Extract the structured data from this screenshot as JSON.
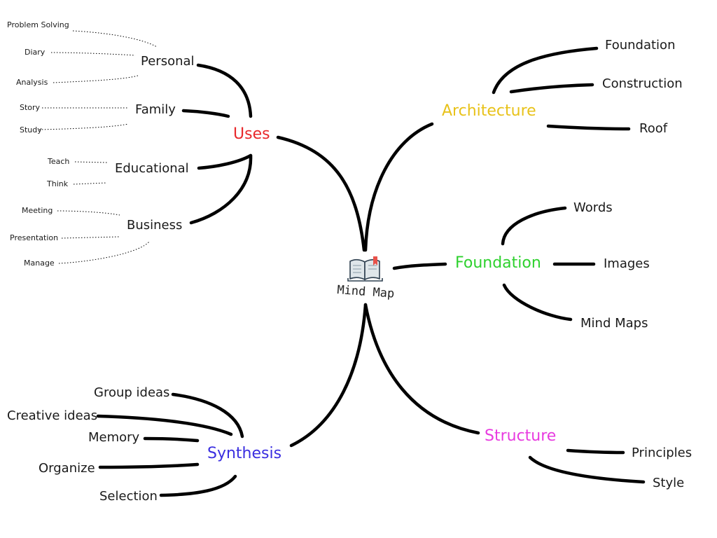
{
  "center": {
    "label": "Mind Map",
    "icon": "open-book-icon"
  },
  "branches": {
    "uses": {
      "label": "Uses",
      "color": "#e8282b",
      "children": {
        "personal": {
          "label": "Personal",
          "leaves": [
            "Problem Solving",
            "Diary",
            "Analysis"
          ]
        },
        "family": {
          "label": "Family",
          "leaves": [
            "Story",
            "Study"
          ]
        },
        "educational": {
          "label": "Educational",
          "leaves": [
            "Teach",
            "Think"
          ]
        },
        "business": {
          "label": "Business",
          "leaves": [
            "Meeting",
            "Presentation",
            "Manage"
          ]
        }
      }
    },
    "architecture": {
      "label": "Architecture",
      "color": "#e8c21a",
      "children": [
        "Foundation",
        "Construction",
        "Roof"
      ]
    },
    "foundation": {
      "label": "Foundation",
      "color": "#2ed12e",
      "children": [
        "Words",
        "Images",
        "Mind Maps"
      ]
    },
    "structure": {
      "label": "Structure",
      "color": "#e83be0",
      "children": [
        "Principles",
        "Style"
      ]
    },
    "synthesis": {
      "label": "Synthesis",
      "color": "#3a2ee0",
      "children": [
        "Group ideas",
        "Creative ideas",
        "Memory",
        "Organize",
        "Selection"
      ]
    }
  }
}
